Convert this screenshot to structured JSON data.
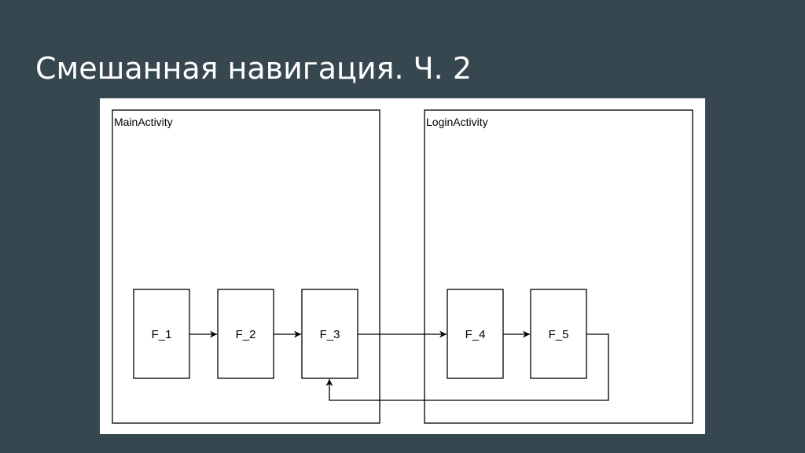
{
  "slide": {
    "title": "Смешанная навигация. Ч. 2"
  },
  "diagram": {
    "containers": [
      {
        "id": "main",
        "label": "MainActivity"
      },
      {
        "id": "login",
        "label": "LoginActivity"
      }
    ],
    "nodes": [
      {
        "id": "f1",
        "label": "F_1"
      },
      {
        "id": "f2",
        "label": "F_2"
      },
      {
        "id": "f3",
        "label": "F_3"
      },
      {
        "id": "f4",
        "label": "F_4"
      },
      {
        "id": "f5",
        "label": "F_5"
      }
    ],
    "edges": [
      {
        "from": "F_1",
        "to": "F_2"
      },
      {
        "from": "F_2",
        "to": "F_3"
      },
      {
        "from": "F_3",
        "to": "F_4"
      },
      {
        "from": "F_4",
        "to": "F_5"
      },
      {
        "from": "F_5",
        "to": "F_3"
      }
    ]
  }
}
